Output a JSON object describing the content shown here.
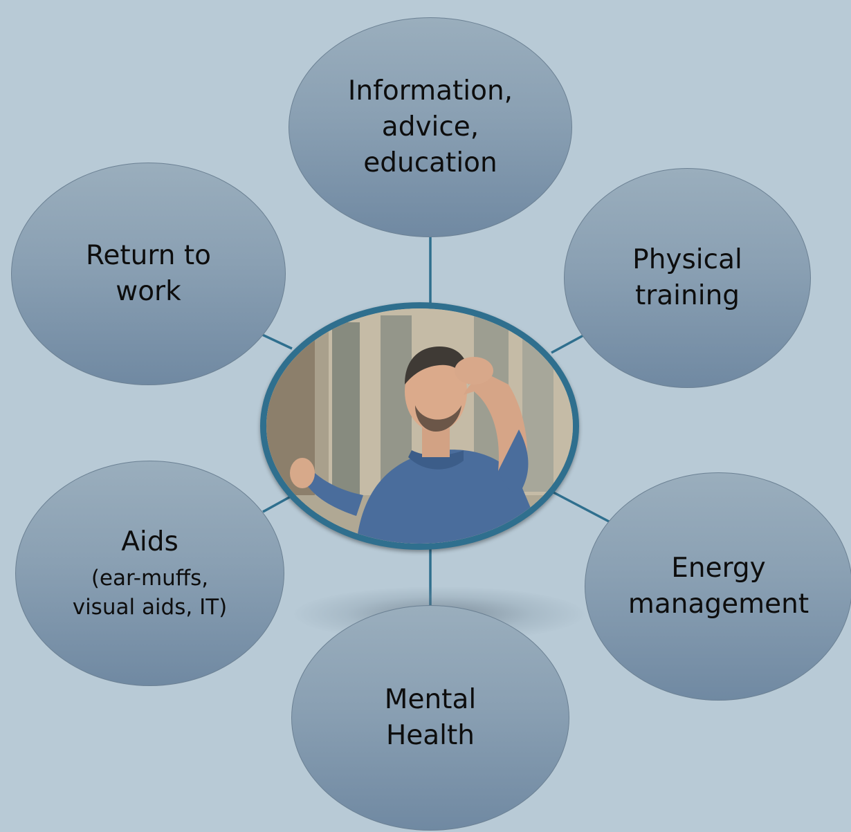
{
  "nodes": {
    "information": {
      "label": "Information,\nadvice,\neducation"
    },
    "physical": {
      "label": "Physical\ntraining"
    },
    "energy": {
      "label": "Energy\nmanagement"
    },
    "mental": {
      "label": "Mental\nHealth"
    },
    "aids": {
      "label": "Aids",
      "sub": "(ear-muffs,\nvisual aids, IT)"
    },
    "return": {
      "label": "Return to\nwork"
    }
  },
  "center": {
    "image": "photo of man holding his head, appearing dizzy"
  },
  "colors": {
    "background": "#b8cad6",
    "bubble": "#8aa0b3",
    "connector": "#2f6f8e",
    "frame": "#2f6f8e"
  }
}
